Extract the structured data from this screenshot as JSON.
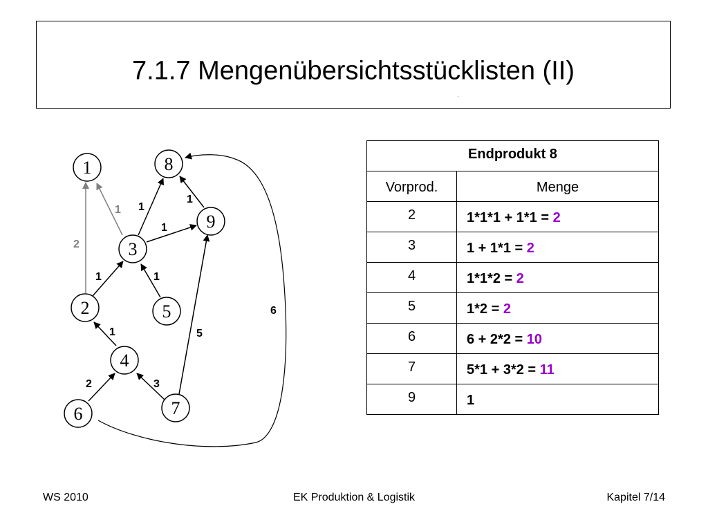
{
  "title": "7.1.7 Mengenübersichtsstücklisten (II)",
  "title_mark": ".",
  "graph": {
    "nodes": [
      "1",
      "8",
      "9",
      "3",
      "2",
      "5",
      "4",
      "6",
      "7"
    ],
    "edge_labels": {
      "e_3_1": "1",
      "e_3_8": "1",
      "e_9_8": "1",
      "e_3_9": "1",
      "e_2_1": "2",
      "e_2_3": "1",
      "e_5_3": "1",
      "e_4_2": "1",
      "e_6_4": "2",
      "e_7_4": "3",
      "e_7_9": "5",
      "e_6_8": "6"
    },
    "colors": {
      "gray_edge": "#808080",
      "black_edge": "#000000"
    }
  },
  "table": {
    "header": "Endprodukt 8",
    "col_vorprod": "Vorprod.",
    "col_menge": "Menge",
    "highlight_color": "#9900cc",
    "rows": [
      {
        "vorprod": "2",
        "formula": "1*1*1 + 1*1 = ",
        "result": "2"
      },
      {
        "vorprod": "3",
        "formula": "1 + 1*1 = ",
        "result": "2"
      },
      {
        "vorprod": "4",
        "formula": "1*1*2 = ",
        "result": "2"
      },
      {
        "vorprod": "5",
        "formula": "1*2 = ",
        "result": "2"
      },
      {
        "vorprod": "6",
        "formula": "6 + 2*2 = ",
        "result": "10"
      },
      {
        "vorprod": "7",
        "formula": "5*1 + 3*2 = ",
        "result": "11"
      },
      {
        "vorprod": "9",
        "formula": "1",
        "result": ""
      }
    ]
  },
  "footer": {
    "left": "WS 2010",
    "center": "EK Produktion & Logistik",
    "right": "Kapitel 7/14"
  }
}
